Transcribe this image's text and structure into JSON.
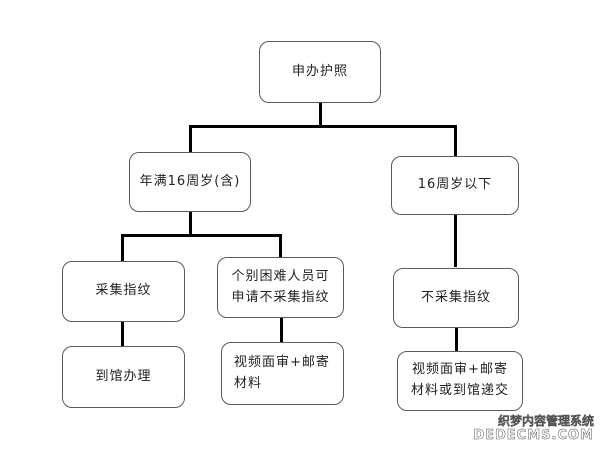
{
  "diagram": {
    "root": {
      "label": "申办护照"
    },
    "branch_left": {
      "label": "年满16周岁(含)",
      "children": [
        {
          "label": "采集指纹",
          "next": "到馆办理"
        },
        {
          "label": "个别困难人员可申请不采集指纹",
          "next": "视频面审+邮寄材料"
        }
      ]
    },
    "branch_right": {
      "label": "16周岁以下",
      "child": {
        "label": "不采集指纹",
        "next": "视频面审+邮寄材料或到馆递交"
      }
    }
  },
  "watermark": {
    "line1": "织梦内容管理系统",
    "line2": "DEDECMS.COM"
  }
}
